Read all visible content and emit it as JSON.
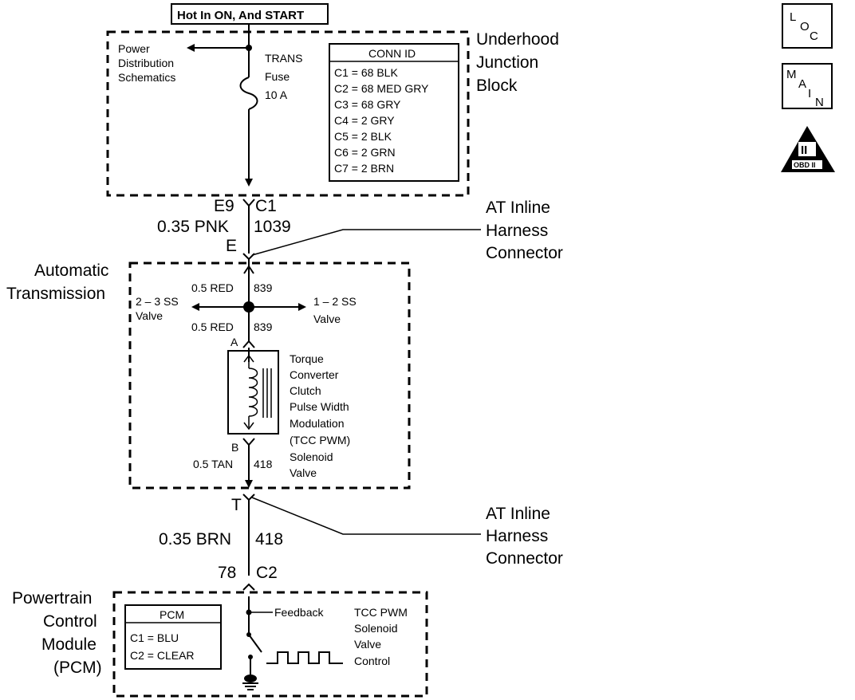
{
  "header": {
    "power_condition": "Hot In ON, And START"
  },
  "icons": {
    "loc": {
      "letters": [
        "L",
        "O",
        "C"
      ]
    },
    "main": {
      "letters": [
        "M",
        "A",
        "I",
        "N"
      ]
    },
    "obd": {
      "numeral": "II",
      "label": "OBD II"
    }
  },
  "underhood": {
    "title": [
      "Underhood",
      "Junction",
      "Block"
    ],
    "power_distribution": [
      "Power",
      "Distribution",
      "Schematics"
    ],
    "fuse": [
      "TRANS",
      "Fuse",
      "10 A"
    ],
    "conn_id": {
      "title": "CONN ID",
      "rows": [
        "C1 = 68 BLK",
        "C2 = 68 MED GRY",
        "C3 = 68 GRY",
        "C4 = 2 GRY",
        "C5 = 2 BLK",
        "C6 = 2 GRN",
        "C7 = 2 BRN"
      ]
    }
  },
  "connector_e9": {
    "pin": "E9",
    "conn": "C1"
  },
  "wire_pnk": {
    "gauge_color": "0.35 PNK",
    "circuit": "1039"
  },
  "pin_e": "E",
  "at_inline_1": [
    "AT Inline",
    "Harness",
    "Connector"
  ],
  "transmission": {
    "title": [
      "Automatic",
      "Transmission"
    ],
    "wire_red_top": {
      "gauge_color": "0.5 RED",
      "circuit": "839"
    },
    "wire_red_bottom": {
      "gauge_color": "0.5 RED",
      "circuit": "839"
    },
    "valve_left": [
      "2 – 3 SS",
      "Valve"
    ],
    "valve_right": [
      "1 – 2 SS",
      "Valve"
    ],
    "pin_a": "A",
    "pin_b": "B",
    "solenoid": [
      "Torque",
      "Converter",
      "Clutch",
      "Pulse Width",
      "Modulation",
      "(TCC PWM)",
      "Solenoid",
      "Valve"
    ],
    "wire_tan": {
      "gauge_color": "0.5 TAN",
      "circuit": "418"
    }
  },
  "pin_t": "T",
  "at_inline_2": [
    "AT Inline",
    "Harness",
    "Connector"
  ],
  "wire_brn": {
    "gauge_color": "0.35 BRN",
    "circuit": "418"
  },
  "connector_78": {
    "pin": "78",
    "conn": "C2"
  },
  "pcm": {
    "title": [
      "Powertrain",
      "Control",
      "Module",
      "(PCM)"
    ],
    "table": {
      "title": "PCM",
      "rows": [
        "C1 = BLU",
        "C2 = CLEAR"
      ]
    },
    "feedback": "Feedback",
    "control": [
      "TCC PWM",
      "Solenoid",
      "Valve",
      "Control"
    ]
  }
}
